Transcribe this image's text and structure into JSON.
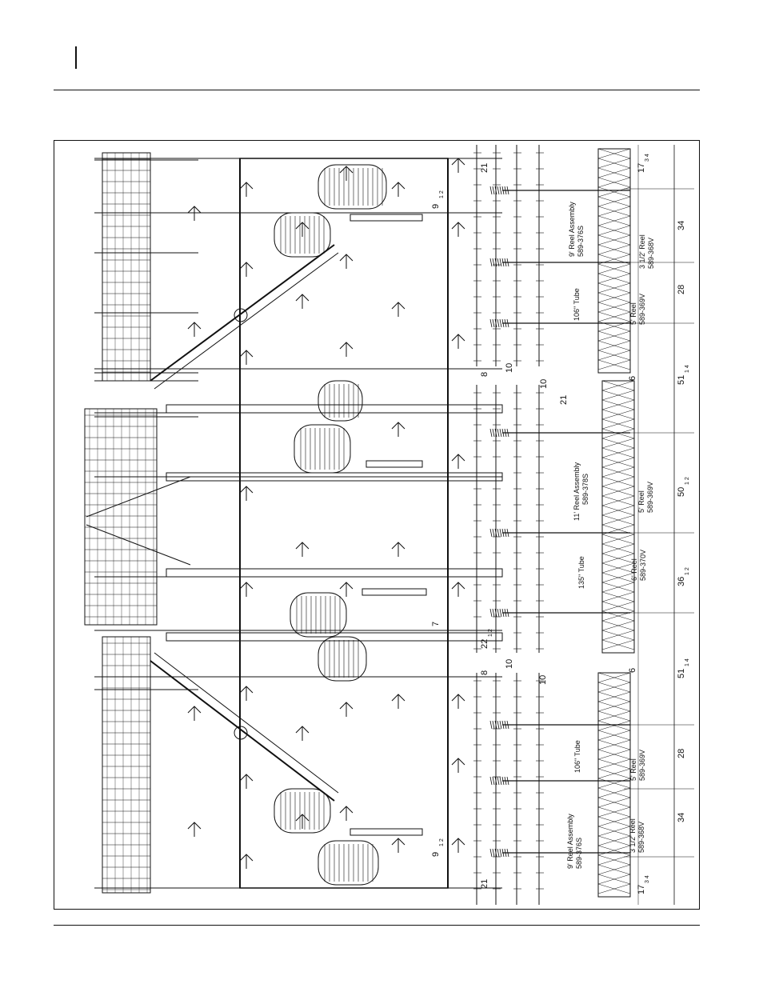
{
  "labels": {
    "tube_top": "106\" Tube",
    "tube_mid": "135\" Tube",
    "tube_bot": "106\" Tube",
    "reel_asm_top": "9' Reel Assembly",
    "reel_asm_top_pn": "589-376S",
    "reel_asm_mid": "11' Reel Assembly",
    "reel_asm_mid_pn": "589-378S",
    "reel_asm_bot": "9' Reel Assembly",
    "reel_asm_bot_pn": "589-376S",
    "reel_35_top": "3 1/2' Reel",
    "reel_35_top_pn": "589-368V",
    "reel_5_top": "5' Reel",
    "reel_5_top_pn": "589-369V",
    "reel_5_mid": "5' Reel",
    "reel_5_mid_pn": "589-369V",
    "reel_6_mid": "6' Reel",
    "reel_6_mid_pn": "589-370V",
    "reel_5_bot": "5' Reel",
    "reel_5_bot_pn": "589-369V",
    "reel_35_bot": "3 1/2' Reel",
    "reel_35_bot_pn": "589-368V"
  },
  "dims": {
    "d21_top": "21",
    "d9_top": "9",
    "d9_top_frac": "1 2",
    "d8_top": "8",
    "d10_top_a": "10",
    "d10_top_b": "10",
    "d21_mid": "21",
    "d7": "7",
    "d22": "22",
    "d22_frac": "1 2",
    "d8_bot": "8",
    "d10_bot_a": "10",
    "d10_bot_b": "10",
    "d9_bot": "9",
    "d9_bot_frac": "1 2",
    "d21_bot": "21",
    "d6_top": "6",
    "d6_bot": "6",
    "c17_top": "17",
    "c17_top_frac": "3 4",
    "c34_top": "34",
    "c28_top": "28",
    "c51_top": "51",
    "c51_top_frac": "1 4",
    "c50": "50",
    "c50_frac": "1 2",
    "c36": "36",
    "c36_frac": "1 2",
    "c51_bot": "51",
    "c51_bot_frac": "1 4",
    "c28_bot": "28",
    "c34_bot": "34",
    "c17_bot": "17",
    "c17_bot_frac": "3 4"
  }
}
